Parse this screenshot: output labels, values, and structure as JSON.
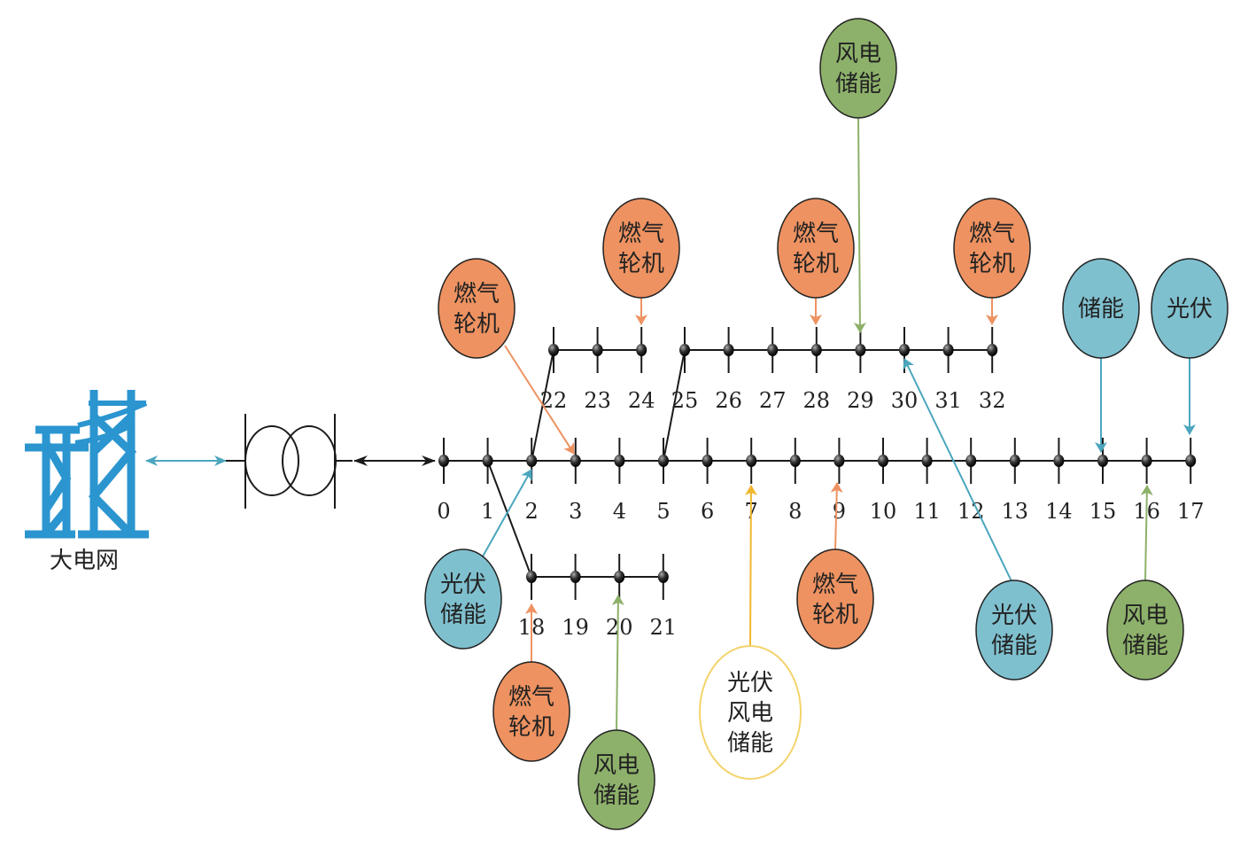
{
  "grid_label": "大电网",
  "bus_labels": [
    "0",
    "1",
    "2",
    "3",
    "4",
    "5",
    "6",
    "7",
    "8",
    "9",
    "10",
    "11",
    "12",
    "13",
    "14",
    "15",
    "16",
    "17",
    "18",
    "19",
    "20",
    "21",
    "22",
    "23",
    "24",
    "25",
    "26",
    "27",
    "28",
    "29",
    "30",
    "31",
    "32"
  ],
  "colors": {
    "gas": "#EE9261",
    "solar_storage": "#7FC0CF",
    "wind_storage": "#8DB16A",
    "mixed_border": "#F3D36B",
    "line": "#1a1a1a",
    "grid_icon": "#2B95D0",
    "grid_arrow": "#4BA6BD"
  },
  "sources": [
    {
      "type": "gas",
      "lines": [
        "燃气",
        "轮机"
      ],
      "bus": "3"
    },
    {
      "type": "gas",
      "lines": [
        "燃气",
        "轮机"
      ],
      "bus": "24"
    },
    {
      "type": "gas",
      "lines": [
        "燃气",
        "轮机"
      ],
      "bus": "28"
    },
    {
      "type": "wind_storage",
      "lines": [
        "风电",
        "储能"
      ],
      "bus": "29"
    },
    {
      "type": "gas",
      "lines": [
        "燃气",
        "轮机"
      ],
      "bus": "32"
    },
    {
      "type": "solar_storage",
      "lines": [
        "储能"
      ],
      "bus": "15"
    },
    {
      "type": "solar_storage",
      "lines": [
        "光伏"
      ],
      "bus": "17"
    },
    {
      "type": "solar_storage",
      "lines": [
        "光伏",
        "储能"
      ],
      "bus": "2"
    },
    {
      "type": "gas",
      "lines": [
        "燃气",
        "轮机"
      ],
      "bus": "18"
    },
    {
      "type": "wind_storage",
      "lines": [
        "风电",
        "储能"
      ],
      "bus": "20"
    },
    {
      "type": "mixed",
      "lines": [
        "光伏",
        "风电",
        "储能"
      ],
      "bus": "7"
    },
    {
      "type": "gas",
      "lines": [
        "燃气",
        "轮机"
      ],
      "bus": "9"
    },
    {
      "type": "solar_storage",
      "lines": [
        "光伏",
        "储能"
      ],
      "bus": "30"
    },
    {
      "type": "wind_storage",
      "lines": [
        "风电",
        "储能"
      ],
      "bus": "16"
    }
  ]
}
